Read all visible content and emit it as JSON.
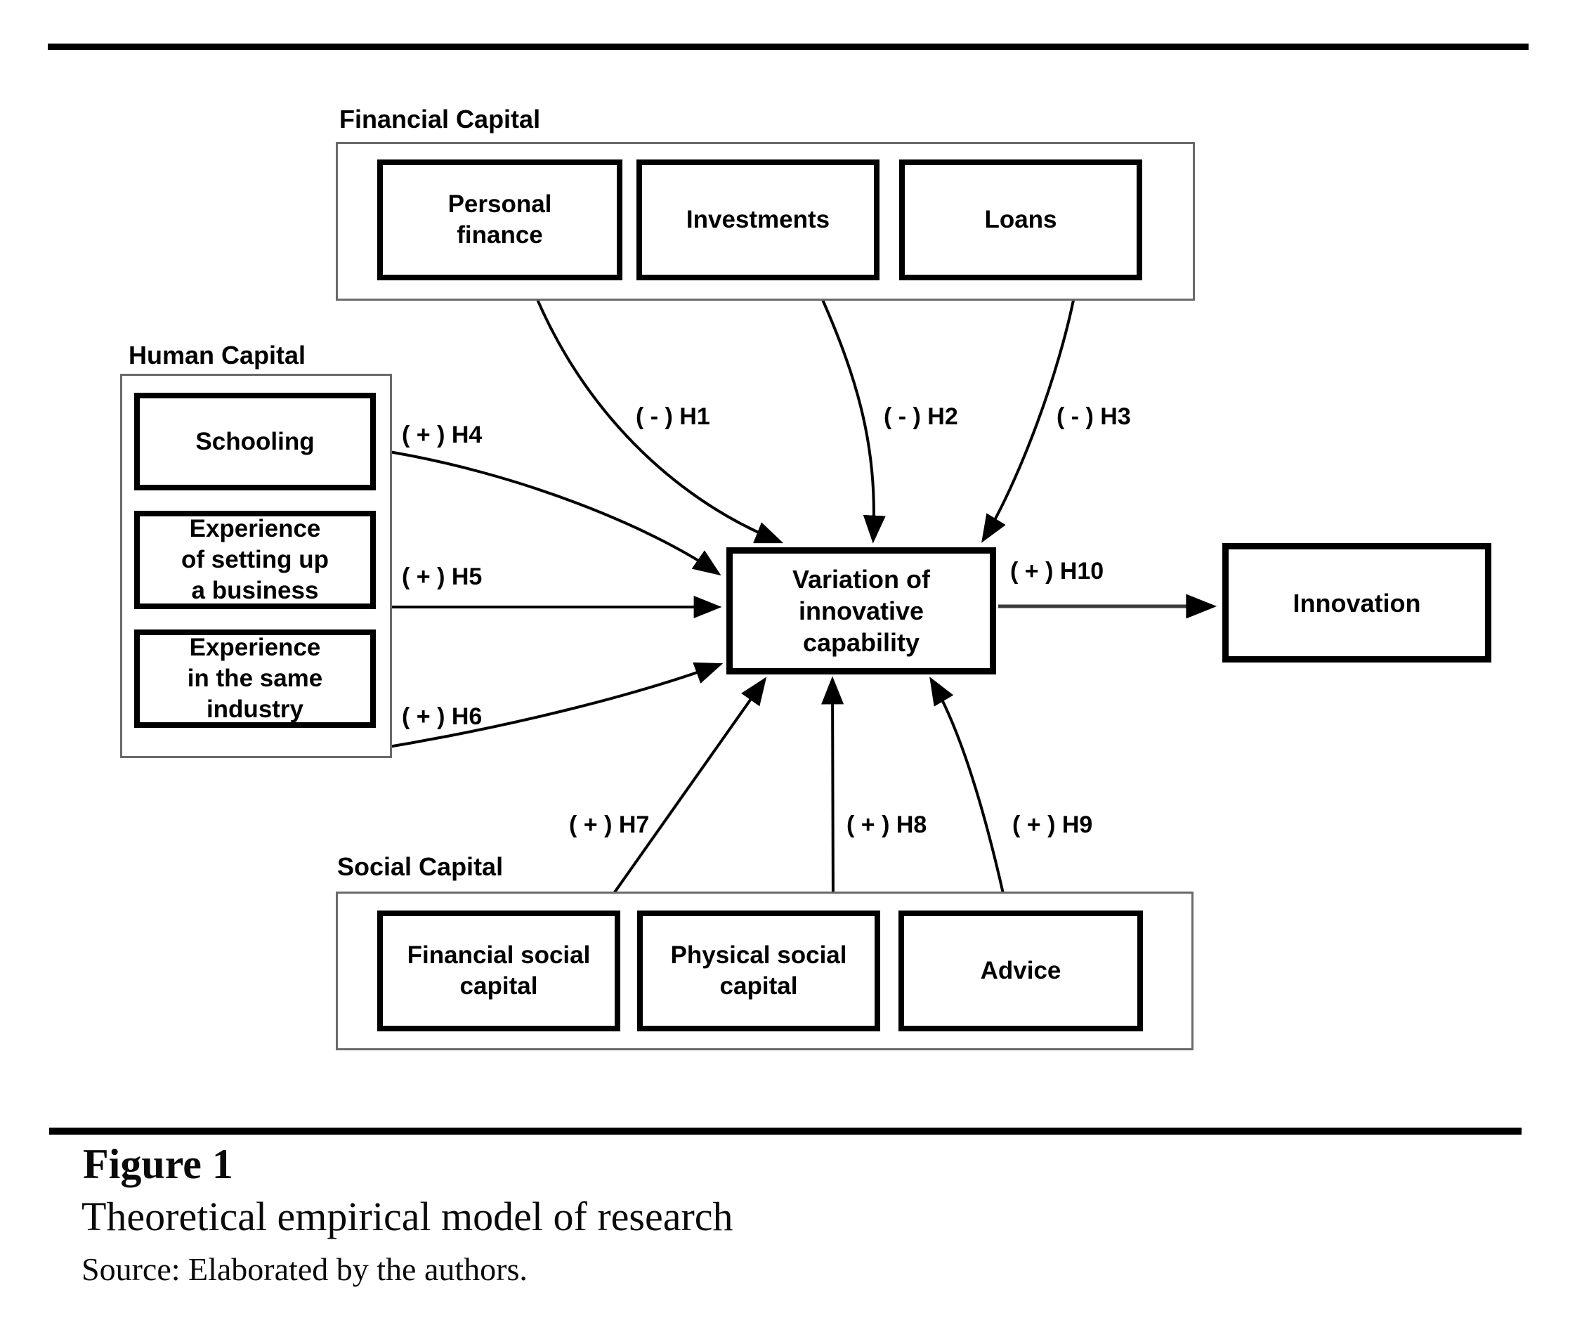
{
  "figure": {
    "caption_label": "Figure 1",
    "caption_title": "Theoretical empirical model of research",
    "caption_source": "Source: Elaborated by the authors."
  },
  "groups": {
    "financial": {
      "label": "Financial Capital",
      "boxes": {
        "personal": "Personal\nfinance",
        "investments": "Investments",
        "loans": "Loans"
      }
    },
    "human": {
      "label": "Human Capital",
      "boxes": {
        "schooling": "Schooling",
        "setup": "Experience\nof setting up\na business",
        "industry": "Experience\nin the same\nindustry"
      }
    },
    "social": {
      "label": "Social Capital",
      "boxes": {
        "financial_social": "Financial social\ncapital",
        "physical_social": "Physical social\ncapital",
        "advice": "Advice"
      }
    }
  },
  "nodes": {
    "central": "Variation of\ninnovative\ncapability",
    "outcome": "Innovation"
  },
  "hypotheses": {
    "h1": "( - ) H1",
    "h2": "( - ) H2",
    "h3": "( - ) H3",
    "h4": "( + ) H4",
    "h5": "( + ) H5",
    "h6": "( + ) H6",
    "h7": "( + ) H7",
    "h8": "( + ) H8",
    "h9": "( + ) H9",
    "h10": "( + ) H10"
  },
  "colors": {
    "background": "#ffffff",
    "text": "#000000",
    "arrow": "#000000",
    "h10_arrow": "#3b3b3b",
    "box_border": "#000000",
    "group_border": "#6a6a6a",
    "rule": "#000000"
  }
}
